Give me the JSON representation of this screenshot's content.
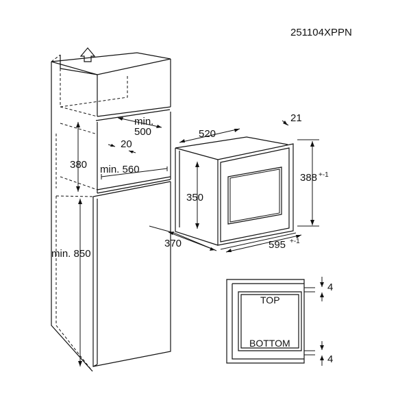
{
  "reference_code": "251104XPPN",
  "cabinet": {
    "min_500_line1": "min.",
    "min_500_line2": "500",
    "gap_20": "20",
    "height_380": "380",
    "min_560": "min. 560",
    "min_850": "min. 850"
  },
  "appliance": {
    "depth_21": "21",
    "width_520": "520",
    "height_350": "350",
    "height_388": "388",
    "height_388_tol": "+-1",
    "depth_370": "370",
    "width_595": "595",
    "width_595_tol": "+-1"
  },
  "frame_detail": {
    "top_label": "TOP",
    "bottom_label": "BOTTOM",
    "gap_top": "4",
    "gap_bottom": "4"
  }
}
